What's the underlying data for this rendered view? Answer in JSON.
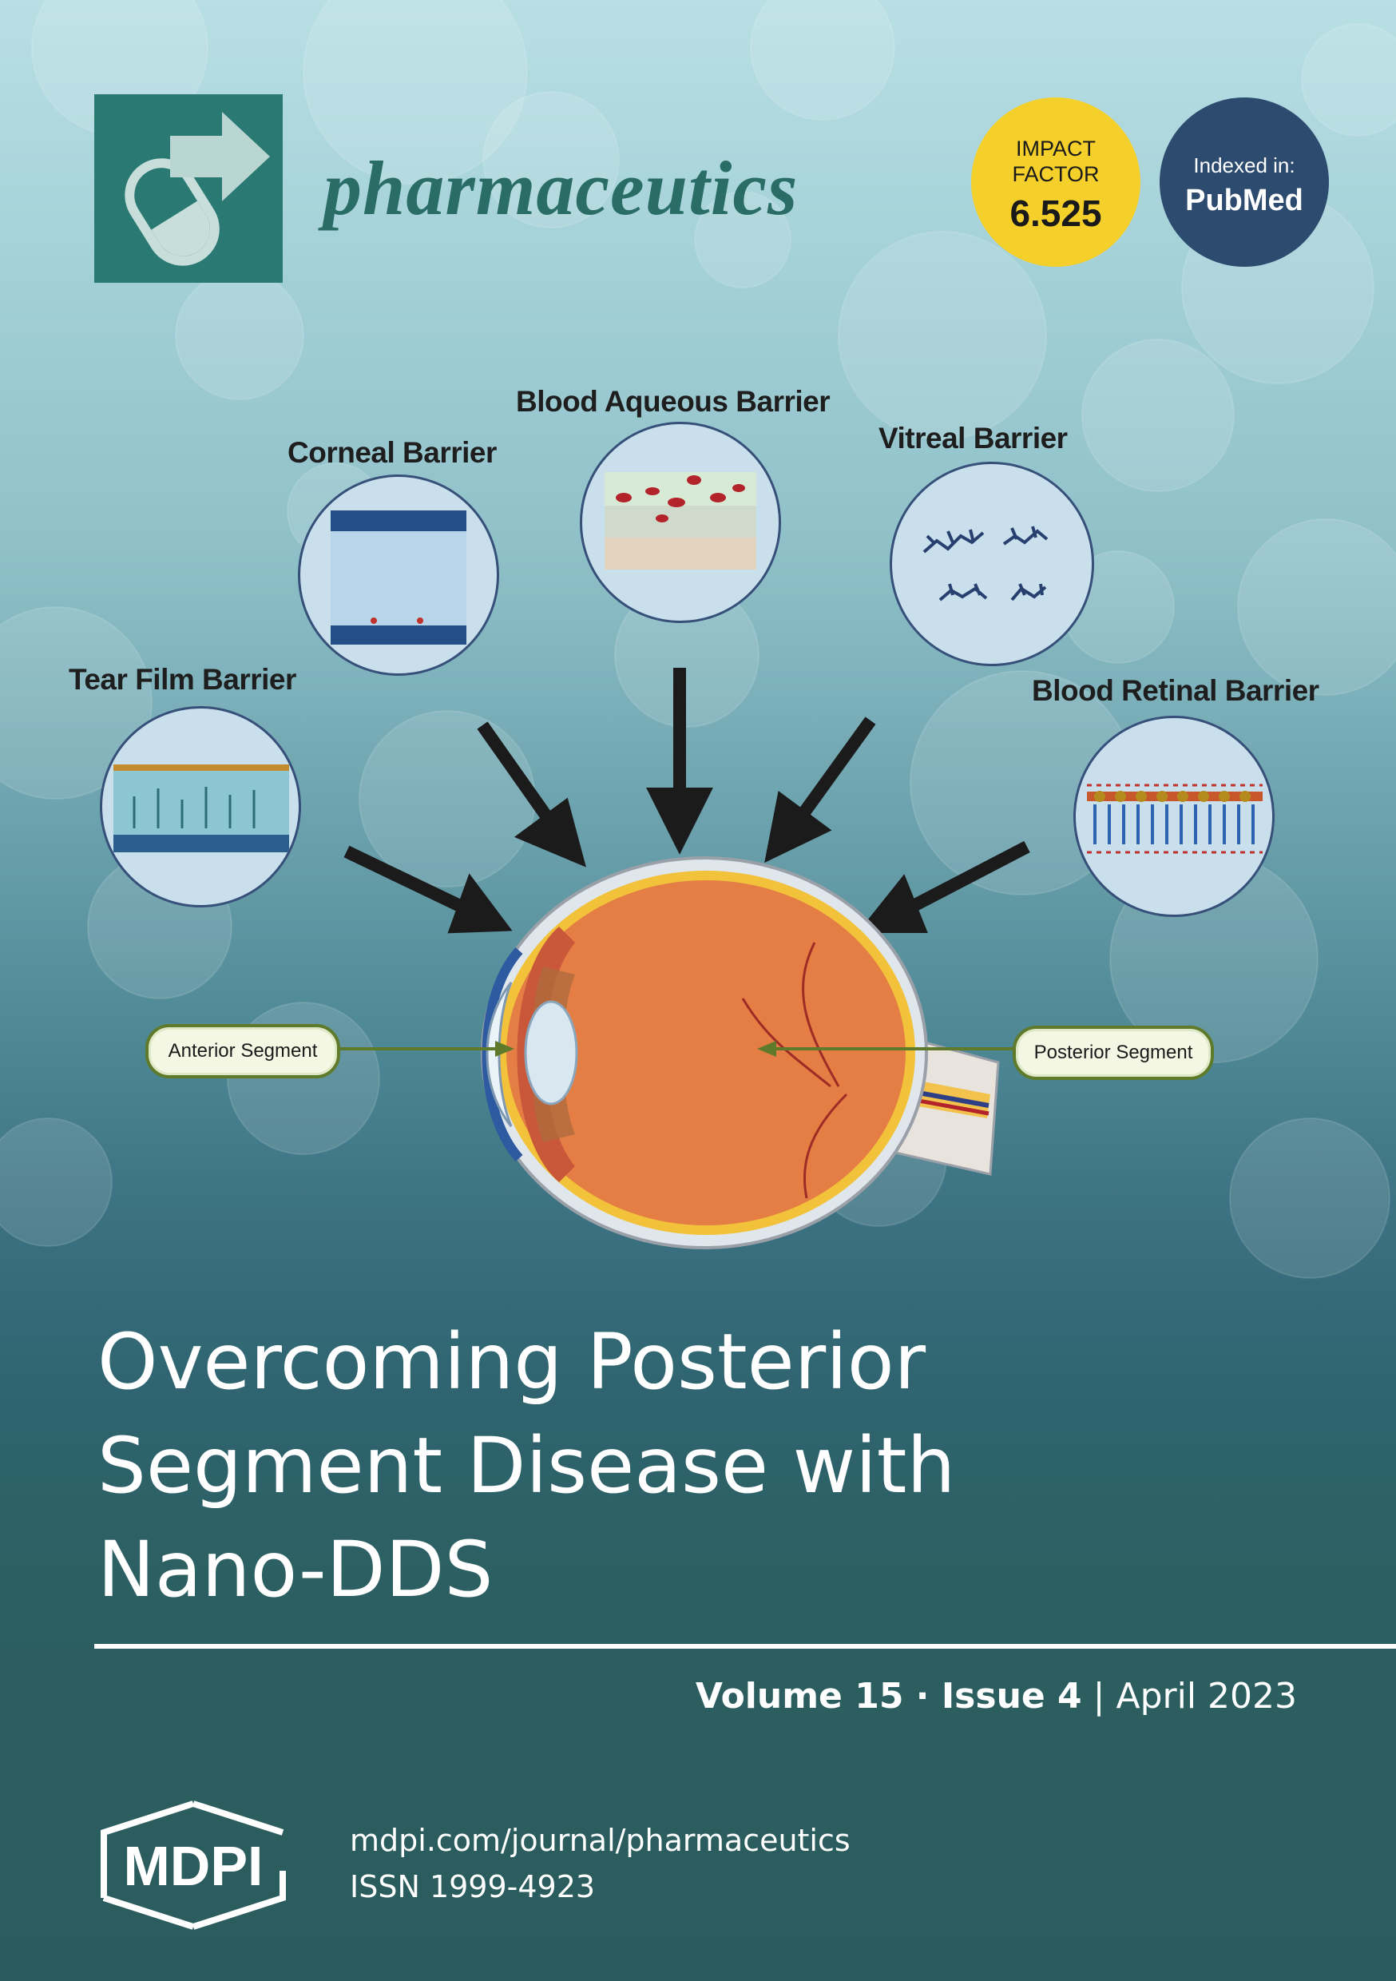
{
  "journal": {
    "name": "pharmaceutics",
    "impact_factor_label": "IMPACT FACTOR",
    "impact_factor_value": "6.525",
    "indexed_label": "Indexed in:",
    "indexed_in": "PubMed"
  },
  "figure": {
    "barriers": {
      "blood_aqueous": "Blood Aqueous Barrier",
      "corneal": "Corneal Barrier",
      "vitreal": "Vitreal Barrier",
      "tear_film": "Tear Film Barrier",
      "blood_retinal": "Blood Retinal Barrier"
    },
    "anterior_segment": "Anterior Segment",
    "posterior_segment": "Posterior Segment"
  },
  "title": {
    "line1": "Overcoming Posterior",
    "line2": "Segment Disease with",
    "line3": "Nano-DDS"
  },
  "issue": {
    "volume": "Volume 15",
    "separator": " · ",
    "issue": "Issue 4",
    "divider": " | ",
    "date": "April 2023"
  },
  "publisher": {
    "logo_text": "MDPI",
    "url": "mdpi.com/journal/pharmaceutics",
    "issn": "ISSN 1999-4923"
  },
  "colors": {
    "brand_teal": "#2a7a73",
    "impact_yellow": "#f5d02a",
    "pubmed_navy": "#2c4b6e",
    "footer_teal": "#2b5c5d"
  }
}
